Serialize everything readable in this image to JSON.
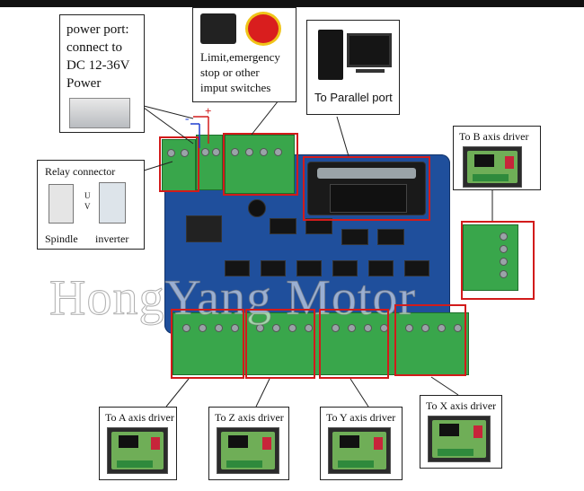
{
  "power_box": {
    "line1": "power port:",
    "line2": "connect to",
    "line3": "DC 12-36V",
    "line4": "Power"
  },
  "switches_box": {
    "line1": "Limit,emergency",
    "line2": "stop    or    other",
    "line3": "imput switches"
  },
  "parallel_box": {
    "label": "To Parallel port"
  },
  "relay_box": {
    "title": "Relay connector",
    "spindle": "Spindle",
    "inverter": "inverter",
    "u_label": "U",
    "v_label": "V"
  },
  "b_axis": {
    "label": "To B axis driver"
  },
  "a_axis": {
    "label": "To A axis driver"
  },
  "z_axis": {
    "label": "To Z axis driver"
  },
  "y_axis": {
    "label": "To Y axis driver"
  },
  "x_axis": {
    "label": "To X axis driver"
  },
  "polarity": {
    "plus": "+",
    "minus": "-"
  },
  "watermark": "HongYang Motor",
  "colors": {
    "highlight": "#d21b1b",
    "board": "#1f4f9c",
    "terminal": "#39a64b"
  }
}
